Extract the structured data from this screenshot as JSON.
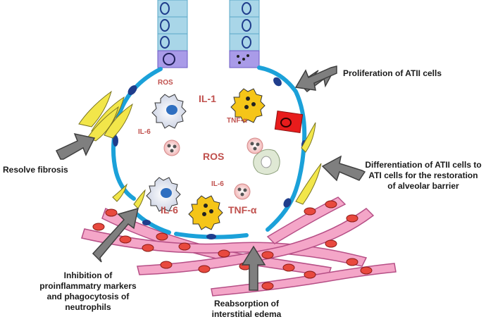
{
  "annotations": {
    "proliferation": "Proliferation of ATII cells",
    "differentiation_lines": [
      "Differentiation of ATII cells to",
      "ATI cells for the restoration",
      "of alveolar barrier"
    ],
    "resolve_fibrosis": "Resolve fibrosis",
    "inhibition_lines": [
      "Inhibition of",
      "proinflammatry markers",
      "and phagocytosis of",
      "neutrophils"
    ],
    "reabsorption_lines": [
      "Reabsorption of",
      "interstitial edema"
    ]
  },
  "mediators": {
    "ros_small": "ROS",
    "il1": "IL-1",
    "tnf_small": "TNF-α",
    "il6_left": "IL-6",
    "ros_center": "ROS",
    "il6_center": "IL-6",
    "il6_large": "IL-6",
    "tnf_large": "TNF-α"
  },
  "colors": {
    "membrane": "#1ba1d9",
    "nucleus": "#1f3d8c",
    "arrow": "#7f7f7f",
    "mediator_text": "#c0504d",
    "capillary": "#f4a6c8",
    "rbc": "#e8493e",
    "fibroblast": "#f2e64a",
    "atii_red": "#e81c1c",
    "atii_purple": "#a99be8",
    "column_cells": "#a9d6e8"
  },
  "icons": [
    "arrow-icon",
    "macrophage-icon",
    "neutrophil-icon",
    "fibroblast-icon",
    "red-blood-cell-icon",
    "atii-cell-icon",
    "capillary-icon"
  ]
}
